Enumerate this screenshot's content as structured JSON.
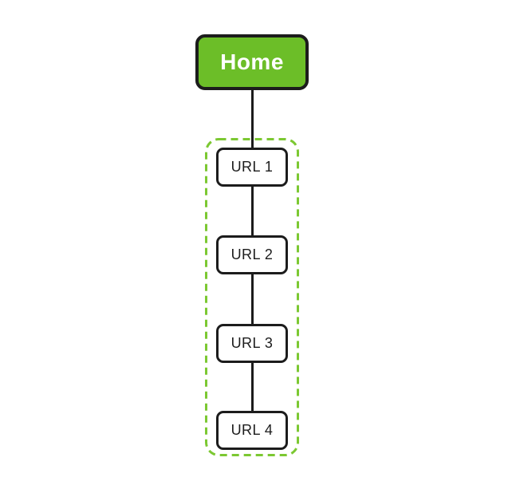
{
  "diagram": {
    "root": {
      "label": "Home"
    },
    "group_children": [
      {
        "label": "URL 1"
      },
      {
        "label": "URL 2"
      },
      {
        "label": "URL 3"
      },
      {
        "label": "URL 4"
      }
    ],
    "colors": {
      "background": "#ffffff",
      "root_fill": "#6cbe28",
      "root_text": "#ffffff",
      "node_fill": "#ffffff",
      "node_text": "#1c1c1c",
      "node_border": "#1c1c1c",
      "connector": "#1c1c1c",
      "group_dash": "#7cc832"
    }
  }
}
